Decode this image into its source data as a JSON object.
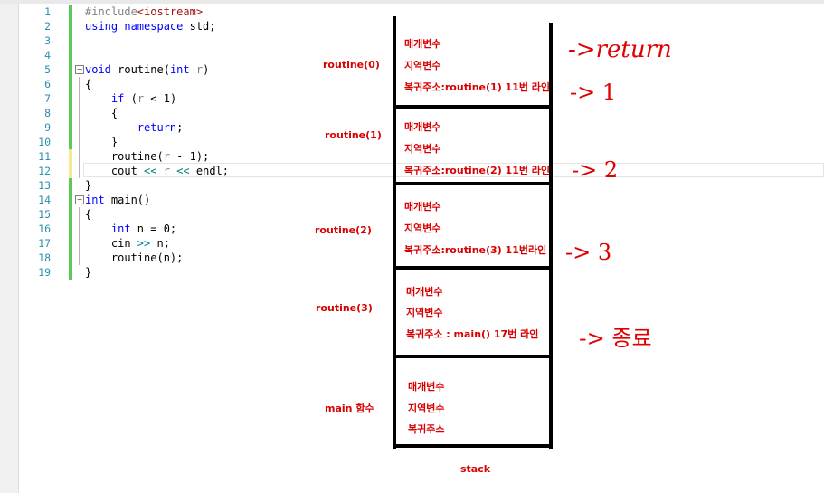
{
  "editor": {
    "lines": [
      {
        "n": "1",
        "parts": [
          {
            "t": "#include",
            "c": "pp"
          },
          {
            "t": "<iostream>",
            "c": "inc"
          }
        ]
      },
      {
        "n": "2",
        "parts": [
          {
            "t": "using namespace ",
            "c": "kw"
          },
          {
            "t": "std;",
            "c": ""
          }
        ]
      },
      {
        "n": "3",
        "parts": []
      },
      {
        "n": "4",
        "parts": []
      },
      {
        "n": "5",
        "parts": [
          {
            "t": "void",
            "c": "kw"
          },
          {
            "t": " routine(",
            "c": ""
          },
          {
            "t": "int",
            "c": "kw"
          },
          {
            "t": " ",
            "c": ""
          },
          {
            "t": "r",
            "c": "param"
          },
          {
            "t": ")",
            "c": ""
          }
        ]
      },
      {
        "n": "6",
        "parts": [
          {
            "t": "{",
            "c": ""
          }
        ]
      },
      {
        "n": "7",
        "parts": [
          {
            "t": "    if",
            "c": "kw"
          },
          {
            "t": " (",
            "c": ""
          },
          {
            "t": "r",
            "c": "param"
          },
          {
            "t": " < 1)",
            "c": ""
          }
        ]
      },
      {
        "n": "8",
        "parts": [
          {
            "t": "    {",
            "c": ""
          }
        ]
      },
      {
        "n": "9",
        "parts": [
          {
            "t": "        return",
            "c": "kw"
          },
          {
            "t": ";",
            "c": ""
          }
        ]
      },
      {
        "n": "10",
        "parts": [
          {
            "t": "    }",
            "c": ""
          }
        ]
      },
      {
        "n": "11",
        "parts": [
          {
            "t": "    routine(",
            "c": ""
          },
          {
            "t": "r",
            "c": "param"
          },
          {
            "t": " - 1);",
            "c": ""
          }
        ]
      },
      {
        "n": "12",
        "parts": [
          {
            "t": "    cout ",
            "c": ""
          },
          {
            "t": "<<",
            "c": "op"
          },
          {
            "t": " ",
            "c": ""
          },
          {
            "t": "r",
            "c": "param"
          },
          {
            "t": " ",
            "c": ""
          },
          {
            "t": "<<",
            "c": "op"
          },
          {
            "t": " endl;",
            "c": ""
          }
        ]
      },
      {
        "n": "13",
        "parts": [
          {
            "t": "}",
            "c": ""
          }
        ]
      },
      {
        "n": "14",
        "parts": [
          {
            "t": "int",
            "c": "kw"
          },
          {
            "t": " main()",
            "c": ""
          }
        ]
      },
      {
        "n": "15",
        "parts": [
          {
            "t": "{",
            "c": ""
          }
        ]
      },
      {
        "n": "16",
        "parts": [
          {
            "t": "    int",
            "c": "kw"
          },
          {
            "t": " n = 0;",
            "c": ""
          }
        ]
      },
      {
        "n": "17",
        "parts": [
          {
            "t": "    cin ",
            "c": ""
          },
          {
            "t": ">>",
            "c": "op"
          },
          {
            "t": " n;",
            "c": ""
          }
        ]
      },
      {
        "n": "18",
        "parts": [
          {
            "t": "    routine(n);",
            "c": ""
          }
        ]
      },
      {
        "n": "19",
        "parts": [
          {
            "t": "}",
            "c": ""
          }
        ]
      }
    ]
  },
  "frame_labels": {
    "routine0": "routine(0)",
    "routine1": "routine(1)",
    "routine2": "routine(2)",
    "routine3": "routine(3)",
    "main": "main 함수"
  },
  "stack": {
    "title": "stack",
    "frames": [
      {
        "param": "매개변수",
        "local": "지역변수",
        "ret": "복귀주소:routine(1) 11번 라인"
      },
      {
        "param": "매개변수",
        "local": "지역변수",
        "ret": "복귀주소:routine(2) 11번 라인"
      },
      {
        "param": "매개변수",
        "local": "지역변수",
        "ret": "복귀주소:routine(3) 11번라인"
      },
      {
        "param": "매개변수",
        "local": "지역변수",
        "ret": "복귀주소 : main() 17번 라인"
      },
      {
        "param": "매개변수",
        "local": "지역변수",
        "ret": "복귀주소"
      }
    ]
  },
  "notes": {
    "n0": "->return",
    "n1": "-> 1",
    "n2": "-> 2",
    "n3": "-> 3",
    "n4": "-> 종료"
  },
  "colors": {
    "annotation_red": "#d90000",
    "line_number": "#2b91af",
    "keyword": "#0000ff"
  }
}
